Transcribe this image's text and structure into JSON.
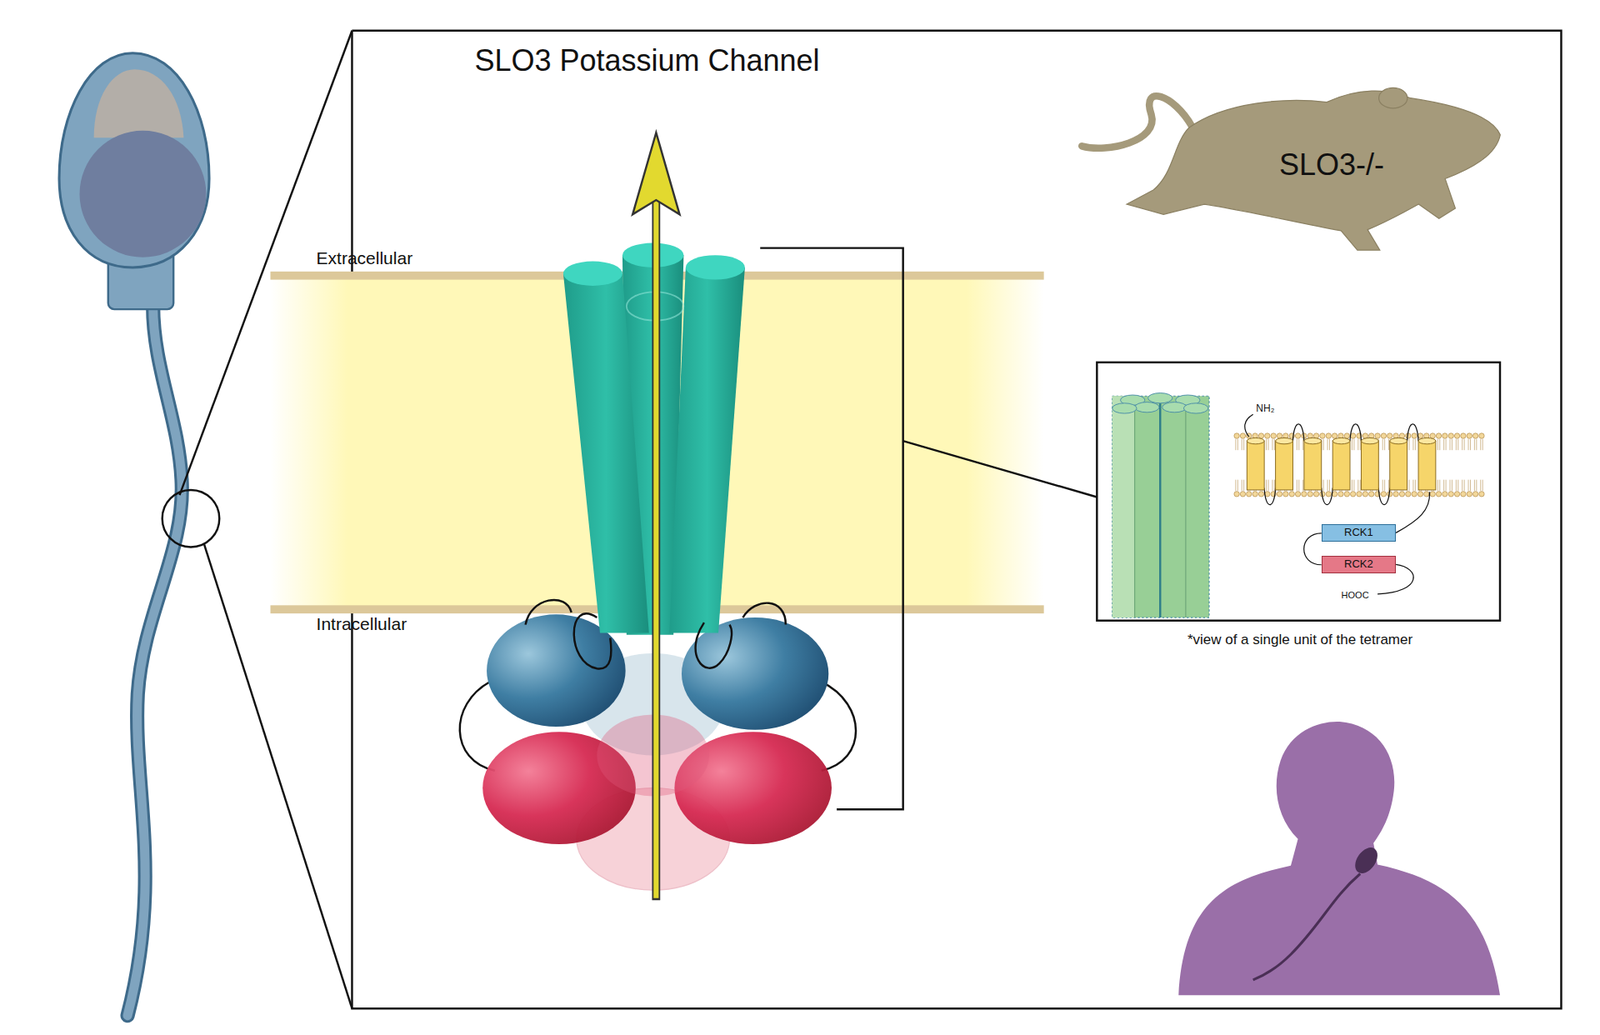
{
  "diagram": {
    "title": "SLO3 Potassium Channel",
    "nodes": [
      {
        "text": [
          "SLO3-/-"
        ]
      },
      {
        "text": [
          "RCK1"
        ]
      },
      {
        "text": [
          "RCK2"
        ]
      }
    ],
    "edges": [
      {
        "from": 1,
        "to": 2,
        "arrow": "none"
      }
    ],
    "labels": [
      "Extracellular",
      "Intracellular",
      "NH₂",
      "HOOC",
      "*view of a single unit of the tetramer"
    ]
  }
}
